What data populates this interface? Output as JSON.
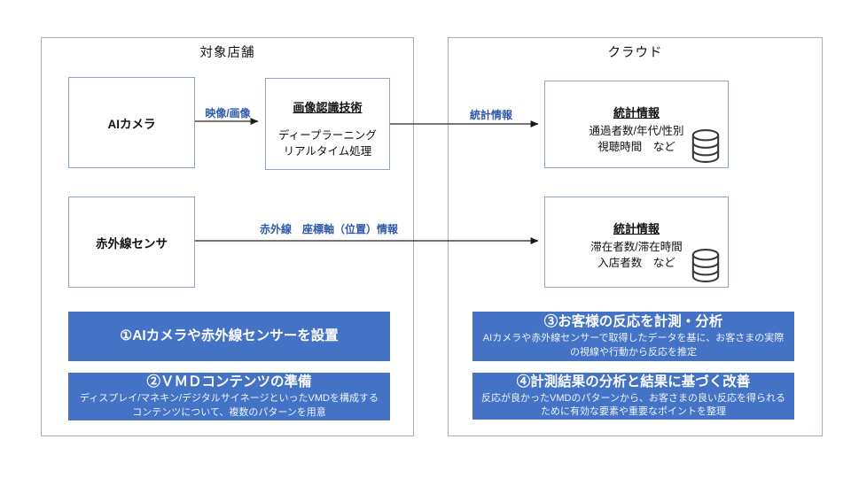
{
  "left_panel": {
    "title": "対象店舗",
    "ai_camera_label": "AIカメラ",
    "image_recognition": {
      "title": "画像認識技術",
      "line1": "ディープラーニング",
      "line2": "リアルタイム処理"
    },
    "ir_sensor_label": "赤外線センサ"
  },
  "right_panel": {
    "title": "クラウド",
    "stats_camera": {
      "title": "統計情報",
      "line1": "通過者数/年代/性別",
      "line2": "視聴時間　など"
    },
    "stats_sensor": {
      "title": "統計情報",
      "line1": "滞在者数/滞在時間",
      "line2": "入店者数　など"
    }
  },
  "arrows": {
    "video_label": "映像/画像",
    "stats_label": "統計情報",
    "ir_label": "赤外線　座標軸（位置）情報"
  },
  "steps": [
    {
      "heading": "①AIカメラや赤外線センサーを設置",
      "body": ""
    },
    {
      "heading": "②ＶＭＤコンテンツの準備",
      "body": "ディスプレイ/マネキン/デジタルサイネージといったVMDを構成するコンテンツについて、複数のパターンを用意"
    },
    {
      "heading": "③お客様の反応を計測・分析",
      "body": "AIカメラや赤外線センサーで取得したデータを基に、お客さまの実際の視線や行動から反応を推定"
    },
    {
      "heading": "④計測結果の分析と結果に基づく改善",
      "body": "反応が良かったVMDのパターンから、お客さまの良い反応を得られるために有効な要素や重要なポイントを整理"
    }
  ],
  "colors": {
    "accent_blue": "#4472C4",
    "label_blue": "#2E5AA8",
    "arrow_gray": "#4A4A4A",
    "box_border": "#8FA5C4",
    "panel_border": "#A4AFC0"
  }
}
